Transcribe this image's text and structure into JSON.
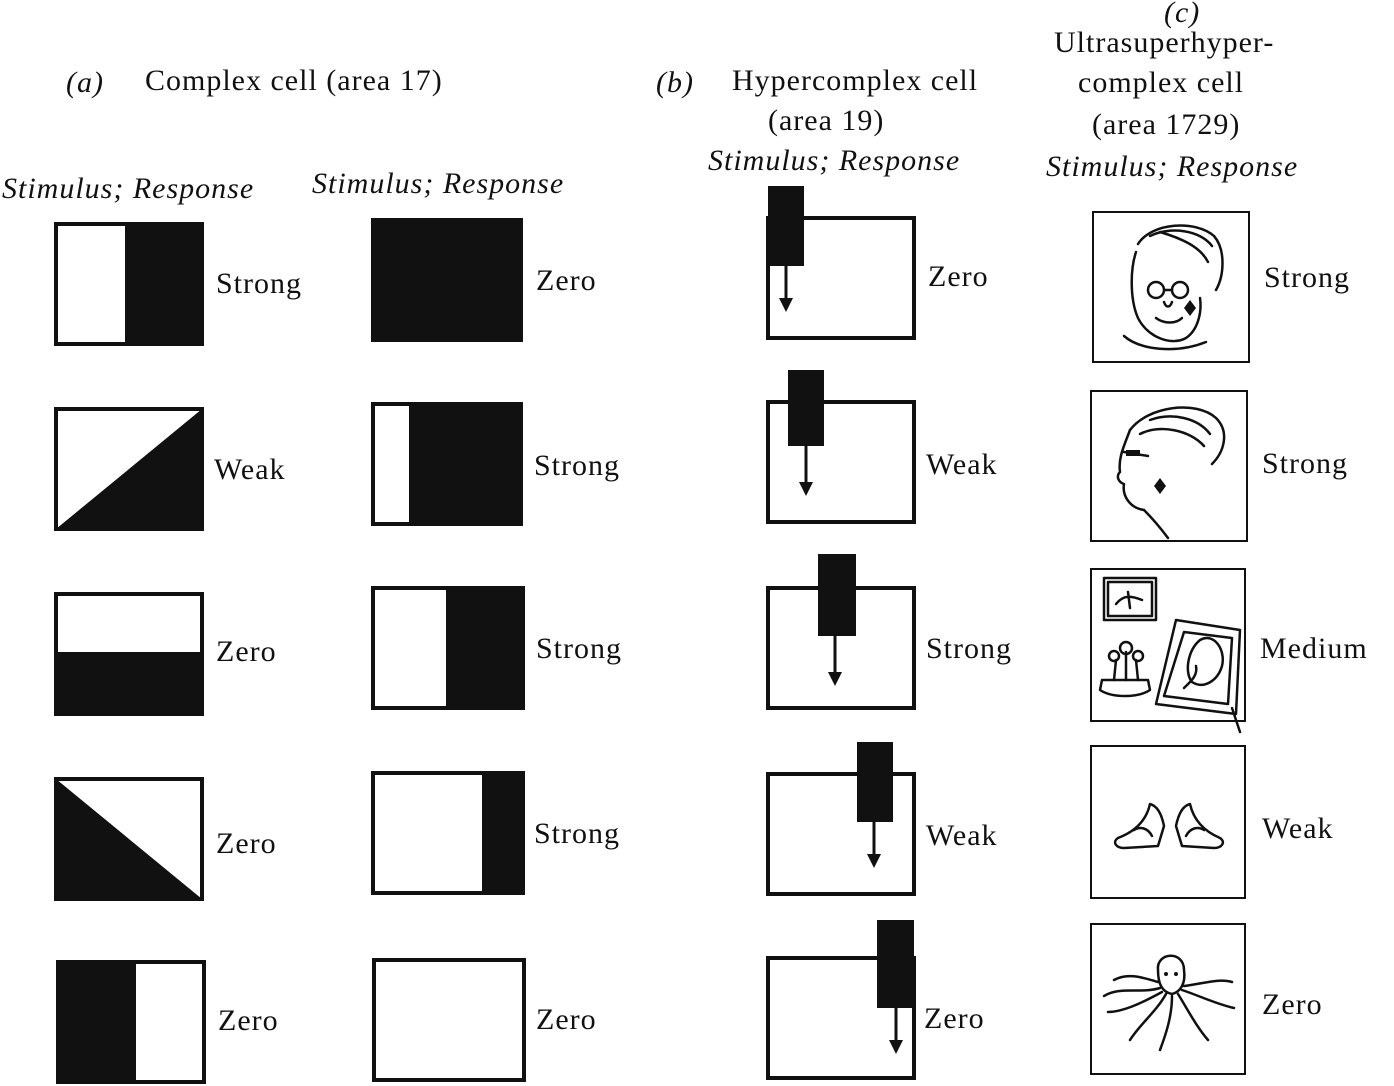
{
  "panel_a": {
    "marker": "(a)",
    "title": "Complex cell (area 17)",
    "col_header_1": "Stimulus; Response",
    "col_header_2": "Stimulus; Response",
    "col1": [
      "Strong",
      "Weak",
      "Zero",
      "Zero",
      "Zero"
    ],
    "col2": [
      "Zero",
      "Strong",
      "Strong",
      "Strong",
      "Zero"
    ]
  },
  "panel_b": {
    "marker": "(b)",
    "title_line1": "Hypercomplex cell",
    "title_line2": "(area 19)",
    "col_header": "Stimulus; Response",
    "responses": [
      "Zero",
      "Weak",
      "Strong",
      "Weak",
      "Zero"
    ]
  },
  "panel_c": {
    "marker": "(c)",
    "title_line1": "Ultrasuperhyper-",
    "title_line2": "complex cell",
    "title_line3": "(area 1729)",
    "col_header": "Stimulus; Response",
    "responses": [
      "Strong",
      "Strong",
      "Medium",
      "Weak",
      "Zero"
    ],
    "stimulus_icons": [
      "grandmother-face-icon",
      "grandmother-profile-icon",
      "room-with-portrait-icon",
      "pair-of-shoes-icon",
      "octopus-icon"
    ]
  },
  "colors": {
    "ink": "#111111",
    "paper": "#ffffff"
  }
}
